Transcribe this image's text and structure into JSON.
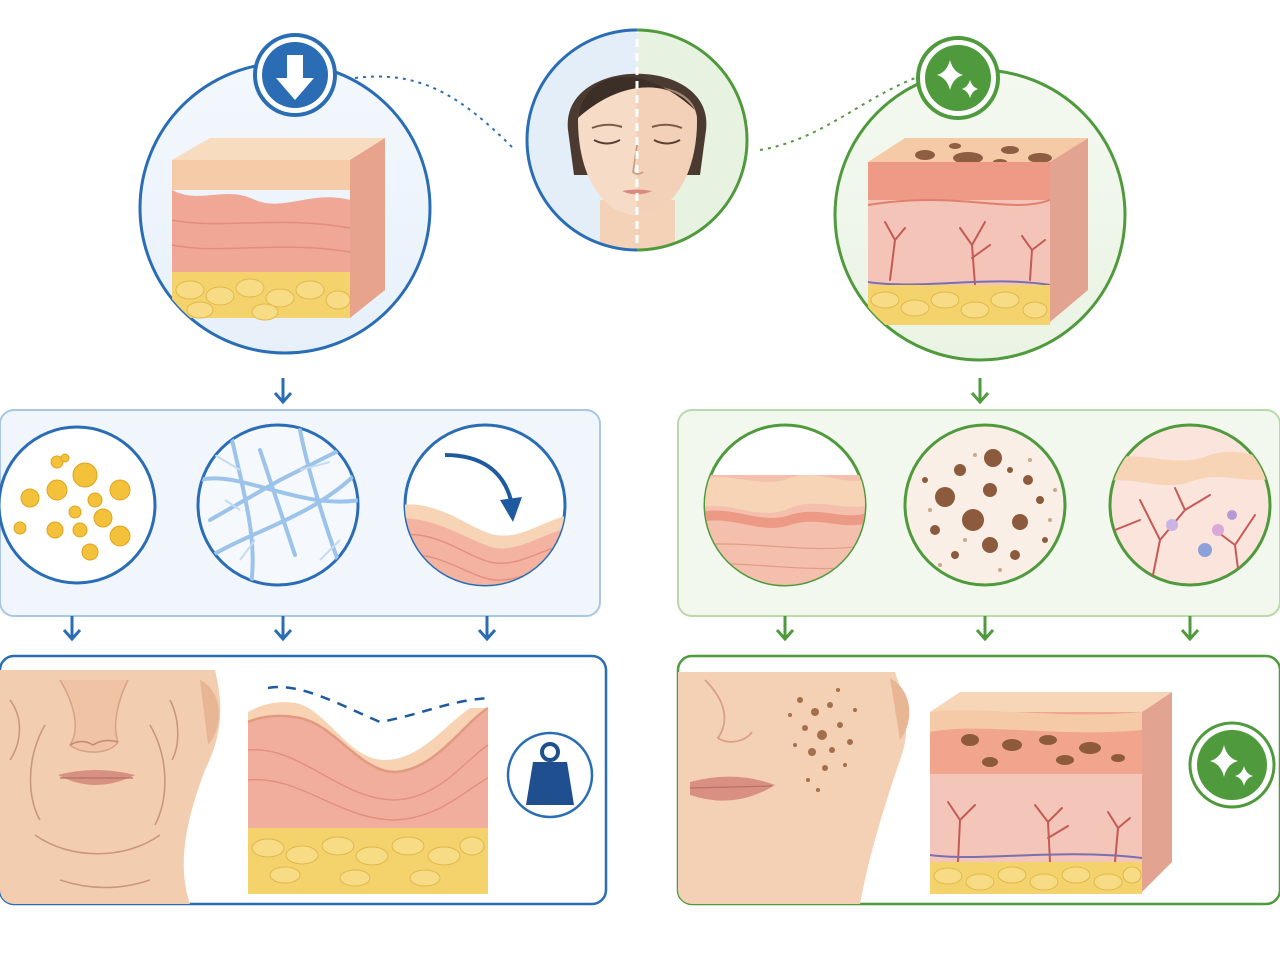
{
  "colors": {
    "blue": "#2a6db5",
    "blue_dark": "#1f5aa0",
    "blue_panel": "#eef4fb",
    "blue_panel_border": "#aac6e6",
    "green": "#4f9a3c",
    "green_dark": "#3e8a2e",
    "green_panel": "#f3f8ef",
    "green_panel_border": "#b9d9ad",
    "skin_light": "#f6d2b1",
    "skin_mid": "#eea58f",
    "dermis": "#f1b4a4",
    "fat": "#f2d06a",
    "spot": "#9a6a4a",
    "vessel": "#c55a55",
    "weight": "#1f4f8f"
  },
  "icons": {
    "top_left_badge": "down-arrow-icon",
    "top_right_badge": "sparkle-icon",
    "bottom_right_badge": "sparkle-icon",
    "weight": "weight-icon"
  },
  "left_branch": {
    "causes": [
      "fat-droplets",
      "fiber-network",
      "sagging-layer"
    ],
    "outcomes": [
      "wrinkled-face",
      "sagging-skin-block",
      "weight"
    ]
  },
  "right_branch": {
    "causes": [
      "thin-skin",
      "dark-spots",
      "blood-vessels"
    ],
    "outcomes": [
      "spotted-face",
      "spotted-skin-block",
      "sparkle"
    ]
  }
}
